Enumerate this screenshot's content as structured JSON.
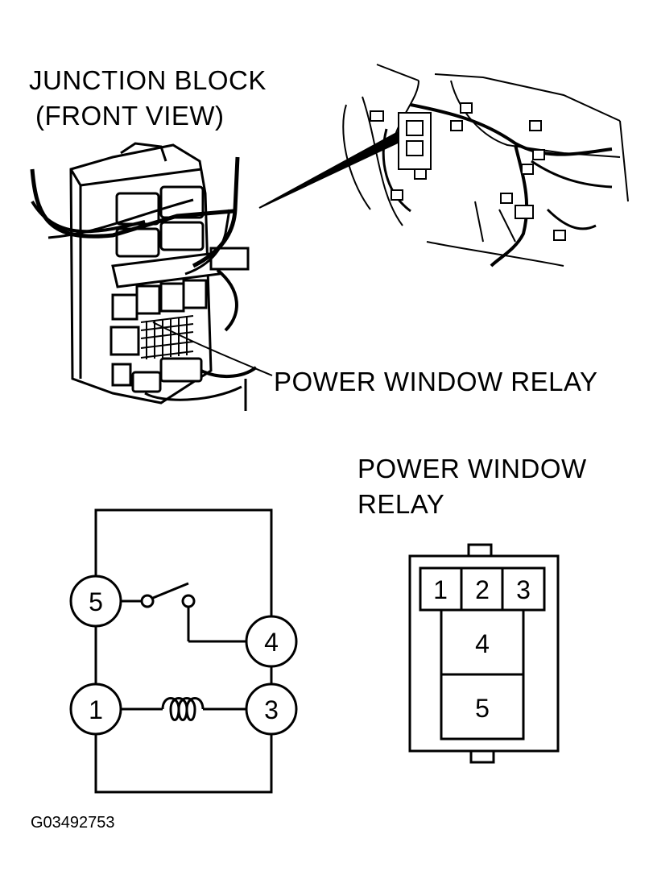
{
  "junction_block": {
    "title_line1": "JUNCTION BLOCK",
    "title_line2": "(FRONT VIEW)",
    "callout": "POWER WINDOW RELAY"
  },
  "relay_view": {
    "title_line1": "POWER WINDOW",
    "title_line2": "RELAY",
    "pins": [
      "1",
      "2",
      "3",
      "4",
      "5"
    ]
  },
  "schematic": {
    "terminals": [
      "5",
      "4",
      "1",
      "3"
    ]
  },
  "figure_id": "G03492753"
}
